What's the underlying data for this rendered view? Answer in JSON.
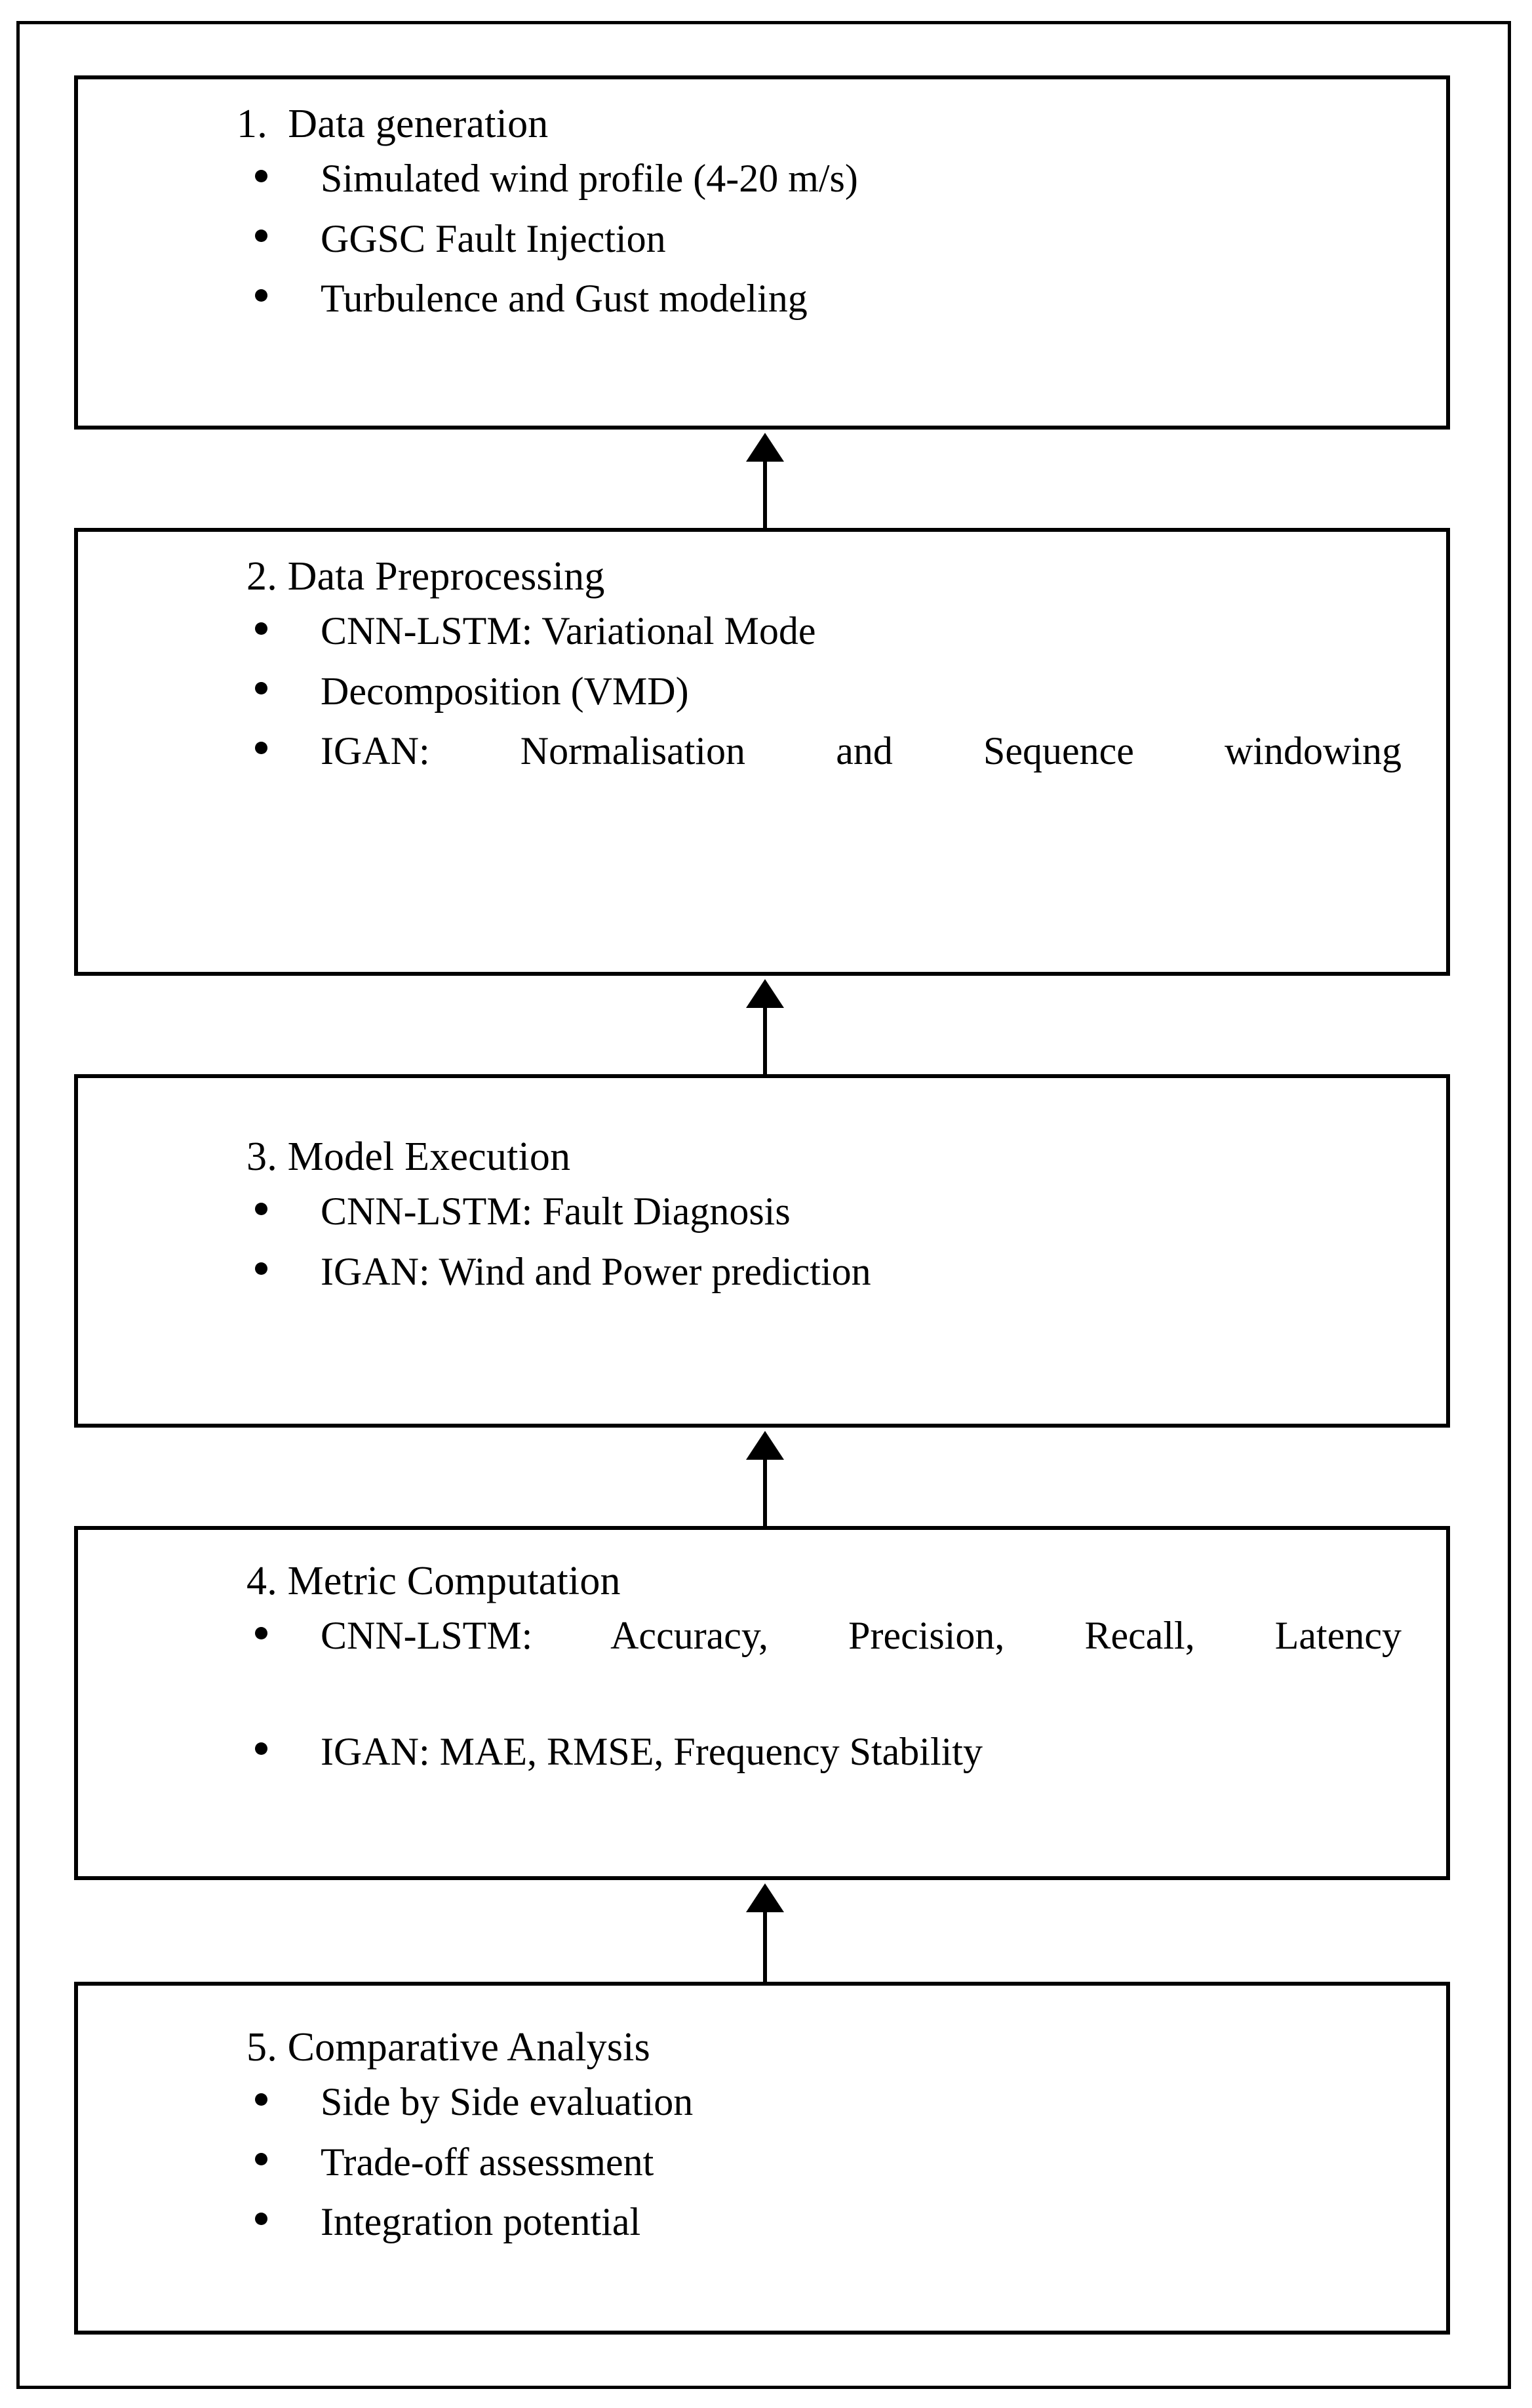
{
  "diagram": {
    "title": "Methodology workflow flowchart",
    "accent_color": "#000000",
    "background_color": "#ffffff",
    "arrow_direction": "up",
    "stages": [
      {
        "id": "data-generation",
        "title": "1.  Data generation",
        "bullets": [
          "Simulated wind profile (4-20 m/s)",
          "GGSC Fault Injection",
          "Turbulence and Gust modeling"
        ]
      },
      {
        "id": "data-preprocessing",
        "title": "2. Data Preprocessing",
        "bullets": [
          "CNN-LSTM: Variational Mode",
          "Decomposition (VMD)",
          "IGAN: Normalisation and Sequence windowing"
        ]
      },
      {
        "id": "model-execution",
        "title": "3. Model Execution",
        "bullets": [
          "CNN-LSTM: Fault Diagnosis",
          "IGAN: Wind and Power prediction"
        ]
      },
      {
        "id": "metric-computation",
        "title": "4. Metric Computation",
        "bullets": [
          "CNN-LSTM: Accuracy, Precision, Recall, Latency",
          "IGAN: MAE, RMSE, Frequency Stability"
        ]
      },
      {
        "id": "comparative-analysis",
        "title": "5. Comparative Analysis",
        "bullets": [
          "Side by Side evaluation",
          "Trade-off assessment",
          "Integration potential"
        ]
      }
    ],
    "connectors": [
      {
        "id": "connector-2-to-1",
        "from": "data-preprocessing",
        "to": "data-generation"
      },
      {
        "id": "connector-3-to-2",
        "from": "model-execution",
        "to": "data-preprocessing"
      },
      {
        "id": "connector-4-to-3",
        "from": "metric-computation",
        "to": "model-execution"
      },
      {
        "id": "connector-5-to-4",
        "from": "comparative-analysis",
        "to": "metric-computation"
      }
    ]
  }
}
